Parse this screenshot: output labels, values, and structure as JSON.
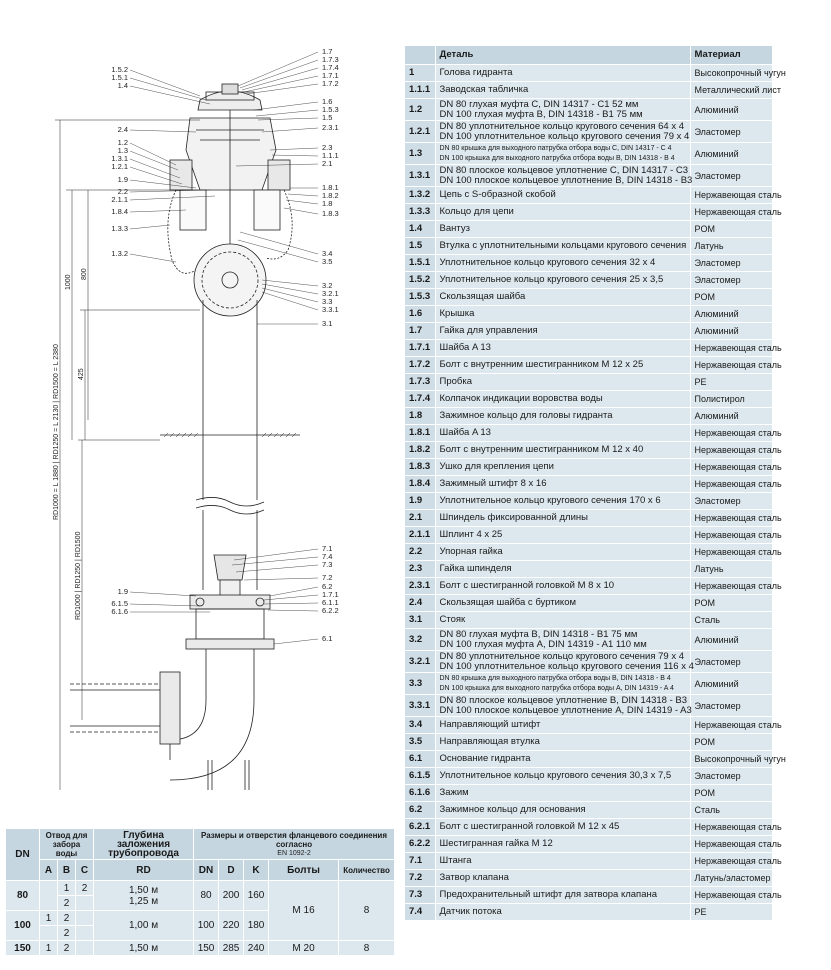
{
  "drawing": {
    "callouts_left": [
      "1.5.2",
      "1.5.1",
      "1.4",
      "2.4",
      "1.2",
      "1.3",
      "1.3.1",
      "1.2.1",
      "1.9",
      "2.2",
      "2.1.1",
      "1.8.4",
      "1.3.3",
      "1.3.2",
      "1.9",
      "6.1.5",
      "6.1.6"
    ],
    "callouts_right": [
      "1.7",
      "1.7.3",
      "1.7.4",
      "1.7.1",
      "1.7.2",
      "1.6",
      "1.5.3",
      "1.5",
      "2.3.1",
      "2.3",
      "1.1.1",
      "2.1",
      "1.8.1",
      "1.8.2",
      "1.8",
      "1.8.3",
      "3.4",
      "3.5",
      "3.2",
      "3.2.1",
      "3.3",
      "3.3.1",
      "3.1",
      "7.1",
      "7.4",
      "7.3",
      "7.2",
      "6.2",
      "1.7.1",
      "6.1.1",
      "6.2.2",
      "6.1"
    ],
    "dims": [
      "1000",
      "800",
      "425",
      "RD1000 = L 1880 | RD1250 = L 2130 | RD1500 = L 2380",
      "RD1000 | RD1250 | RD1500"
    ]
  },
  "parts": {
    "headers": [
      "",
      "Деталь",
      "Материал"
    ],
    "rows": [
      {
        "pos": "1",
        "part": [
          "Голова гидранта"
        ],
        "mat": "Высокопрочный чугун"
      },
      {
        "pos": "1.1.1",
        "part": [
          "Заводская табличка"
        ],
        "mat": "Металлический лист"
      },
      {
        "pos": "1.2",
        "part": [
          "DN 80 глухая муфта C, DIN 14317 - C1 52 мм",
          "DN 100 глухая муфта B, DIN 14318 - B1 75 мм"
        ],
        "mat": "Алюминий"
      },
      {
        "pos": "1.2.1",
        "part": [
          "DN 80 уплотнительное кольцо кругового сечения 64 x 4",
          "DN 100 уплотнительное кольцо кругового сечения 79 x 4"
        ],
        "mat": "Эластомер"
      },
      {
        "pos": "1.3",
        "part": [
          "DN 80 крышка для выходного патрубка отбора воды C, DIN 14317 - C 4",
          "DN 100 крышка для выходного патрубка отбора воды B, DIN 14318 - B 4"
        ],
        "mat": "Алюминий",
        "small": true
      },
      {
        "pos": "1.3.1",
        "part": [
          "DN 80 плоское кольцевое уплотнение C, DIN 14317 - C3",
          "DN 100 плоское кольцевое уплотнение B, DIN 14318 - B3"
        ],
        "mat": "Эластомер"
      },
      {
        "pos": "1.3.2",
        "part": [
          "Цепь с S-образной скобой"
        ],
        "mat": "Нержавеющая сталь"
      },
      {
        "pos": "1.3.3",
        "part": [
          "Кольцо для цепи"
        ],
        "mat": "Нержавеющая сталь"
      },
      {
        "pos": "1.4",
        "part": [
          "Вантуз"
        ],
        "mat": "POM"
      },
      {
        "pos": "1.5",
        "part": [
          "Втулка с уплотнительными кольцами кругового сечения"
        ],
        "mat": "Латунь"
      },
      {
        "pos": "1.5.1",
        "part": [
          "Уплотнительное кольцо кругового сечения 32 x 4"
        ],
        "mat": "Эластомер"
      },
      {
        "pos": "1.5.2",
        "part": [
          "Уплотнительное кольцо кругового сечения 25 x 3,5"
        ],
        "mat": "Эластомер"
      },
      {
        "pos": "1.5.3",
        "part": [
          "Скользящая шайба"
        ],
        "mat": "POM"
      },
      {
        "pos": "1.6",
        "part": [
          "Крышка"
        ],
        "mat": "Алюминий"
      },
      {
        "pos": "1.7",
        "part": [
          "Гайка для управления"
        ],
        "mat": "Алюминий"
      },
      {
        "pos": "1.7.1",
        "part": [
          "Шайба A 13"
        ],
        "mat": "Нержавеющая сталь"
      },
      {
        "pos": "1.7.2",
        "part": [
          "Болт с внутренним шестигранником M 12 x 25"
        ],
        "mat": "Нержавеющая сталь"
      },
      {
        "pos": "1.7.3",
        "part": [
          "Пробка"
        ],
        "mat": "PE"
      },
      {
        "pos": "1.7.4",
        "part": [
          "Колпачок индикации воровства воды"
        ],
        "mat": "Полистирол"
      },
      {
        "pos": "1.8",
        "part": [
          "Зажимное кольцо для головы гидранта"
        ],
        "mat": "Алюминий"
      },
      {
        "pos": "1.8.1",
        "part": [
          "Шайба A 13"
        ],
        "mat": "Нержавеющая сталь"
      },
      {
        "pos": "1.8.2",
        "part": [
          "Болт с внутренним шестигранником M 12 x 40"
        ],
        "mat": "Нержавеющая сталь"
      },
      {
        "pos": "1.8.3",
        "part": [
          "Ушко для крепления цепи"
        ],
        "mat": "Нержавеющая сталь"
      },
      {
        "pos": "1.8.4",
        "part": [
          "Зажимный штифт 8 x 16"
        ],
        "mat": "Нержавеющая сталь"
      },
      {
        "pos": "1.9",
        "part": [
          "Уплотнительное кольцо кругового сечения 170 x 6"
        ],
        "mat": "Эластомер"
      },
      {
        "pos": "2.1",
        "part": [
          "Шпиндель фиксированной длины"
        ],
        "mat": "Нержавеющая сталь"
      },
      {
        "pos": "2.1.1",
        "part": [
          "Шплинт 4 x 25"
        ],
        "mat": "Нержавеющая сталь"
      },
      {
        "pos": "2.2",
        "part": [
          "Упорная гайка"
        ],
        "mat": "Нержавеющая сталь"
      },
      {
        "pos": "2.3",
        "part": [
          "Гайка шпинделя"
        ],
        "mat": "Латунь"
      },
      {
        "pos": "2.3.1",
        "part": [
          "Болт с шестигранной головкой M 8 x 10"
        ],
        "mat": "Нержавеющая сталь"
      },
      {
        "pos": "2.4",
        "part": [
          "Скользящая шайба с буртиком"
        ],
        "mat": "POM"
      },
      {
        "pos": "3.1",
        "part": [
          "Стояк"
        ],
        "mat": "Сталь"
      },
      {
        "pos": "3.2",
        "part": [
          "DN 80 глухая муфта B, DIN 14318 - B1 75 мм",
          "DN 100 глухая муфта A, DIN 14319 - A1 110 мм"
        ],
        "mat": "Алюминий"
      },
      {
        "pos": "3.2.1",
        "part": [
          "DN 80 уплотнительное кольцо кругового сечения 79 x 4",
          "DN 100 уплотнительное кольцо кругового сечения 116 x 4"
        ],
        "mat": "Эластомер"
      },
      {
        "pos": "3.3",
        "part": [
          "DN 80 крышка для выходного патрубка отбора воды B, DIN 14318 - B 4",
          "DN 100 крышка для выходного патрубка отбора воды A, DIN 14319 - A 4"
        ],
        "mat": "Алюминий",
        "small": true
      },
      {
        "pos": "3.3.1",
        "part": [
          "DN 80 плоское кольцевое уплотнение B, DIN 14318 - B3",
          "DN 100 плоское кольцевое уплотнение A, DIN 14319 - A3"
        ],
        "mat": "Эластомер"
      },
      {
        "pos": "3.4",
        "part": [
          "Направляющий штифт"
        ],
        "mat": "Нержавеющая сталь"
      },
      {
        "pos": "3.5",
        "part": [
          "Направляющая втулка"
        ],
        "mat": "POM"
      },
      {
        "pos": "6.1",
        "part": [
          "Основание гидранта"
        ],
        "mat": "Высокопрочный чугун"
      },
      {
        "pos": "6.1.5",
        "part": [
          "Уплотнительное кольцо кругового сечения 30,3 x 7,5"
        ],
        "mat": "Эластомер"
      },
      {
        "pos": "6.1.6",
        "part": [
          "Зажим"
        ],
        "mat": "POM"
      },
      {
        "pos": "6.2",
        "part": [
          "Зажимное кольцо для основания"
        ],
        "mat": "Сталь"
      },
      {
        "pos": "6.2.1",
        "part": [
          "Болт с шестигранной головкой M 12 x 45"
        ],
        "mat": "Нержавеющая сталь"
      },
      {
        "pos": "6.2.2",
        "part": [
          "Шестигранная гайка M 12"
        ],
        "mat": "Нержавеющая сталь"
      },
      {
        "pos": "7.1",
        "part": [
          "Штанга"
        ],
        "mat": "Нержавеющая сталь"
      },
      {
        "pos": "7.2",
        "part": [
          "Затвор клапана"
        ],
        "mat": "Латунь/эластомер"
      },
      {
        "pos": "7.3",
        "part": [
          "Предохранительный штифт для затвора клапана"
        ],
        "mat": "Нержавеющая сталь"
      },
      {
        "pos": "7.4",
        "part": [
          "Датчик потока"
        ],
        "mat": "PE"
      }
    ]
  },
  "dims": {
    "h_dn": "DN",
    "h_outlet": "Отвод для забора воды",
    "h_depth": "Глубина заложения трубопровода",
    "h_flange": "Размеры и отверстия фланцевого соединения согласно",
    "h_flange_std": "EN 1092-2",
    "h_a": "A",
    "h_b": "B",
    "h_c": "C",
    "h_rd": "RD",
    "h_dn2": "DN",
    "h_d": "D",
    "h_k": "K",
    "h_bolts": "Болты",
    "h_qty": "Количество",
    "r80": {
      "dn": "80",
      "a1": "1",
      "a2": "2",
      "b1": "2",
      "b2": "2",
      "rd1": "1,50 м",
      "rd2": "1,25 м",
      "f_dn": "80",
      "f_d": "200",
      "f_k": "160"
    },
    "r100": {
      "dn": "100",
      "a": "1",
      "b1": "2",
      "b2": "2",
      "rd1": "1,00 м",
      "rd2": "",
      "f_dn": "100",
      "f_d": "220",
      "f_k": "180"
    },
    "bolts_shared": "M 16",
    "qty_shared": "8",
    "r150": {
      "dn": "150",
      "a": "1",
      "b": "2",
      "rd": "1,50 м",
      "f_dn": "150",
      "f_d": "285",
      "f_k": "240",
      "bolts": "M 20",
      "qty": "8"
    }
  }
}
